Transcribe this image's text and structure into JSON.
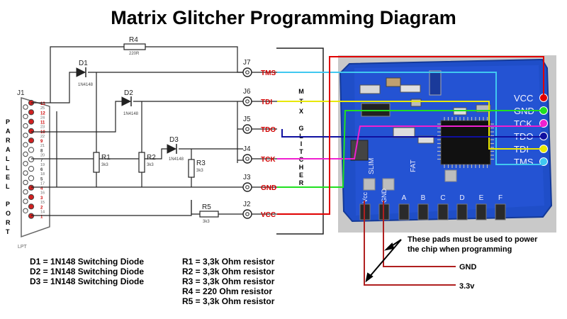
{
  "title": "Matrix Glitcher Programming Diagram",
  "connector": {
    "name": "J1",
    "vertical_label": "PARALLEL PORT",
    "bottom_label": "LPT",
    "pins_left": [
      "13",
      "12",
      "11",
      "10",
      "9",
      "8",
      "7",
      "6",
      "5",
      "4",
      "3",
      "2",
      "1"
    ],
    "pins_right": [
      "25",
      "24",
      "23",
      "22",
      "21",
      "20",
      "19",
      "18",
      "17",
      "16",
      "15",
      "14"
    ]
  },
  "diodes": [
    {
      "name": "D1",
      "part": "1N4148"
    },
    {
      "name": "D2",
      "part": "1N4148"
    },
    {
      "name": "D3",
      "part": "1N4148"
    }
  ],
  "resistors": [
    {
      "name": "R1",
      "value": "3k3"
    },
    {
      "name": "R2",
      "value": "3k3"
    },
    {
      "name": "R3",
      "value": "3k3"
    },
    {
      "name": "R4",
      "value": "220R"
    },
    {
      "name": "R5",
      "value": "3k3"
    }
  ],
  "jacks": [
    {
      "name": "J7",
      "signal": "TMS",
      "color": "#40c8f0"
    },
    {
      "name": "J6",
      "signal": "TDI",
      "color": "#e8e800"
    },
    {
      "name": "J5",
      "signal": "TDO",
      "color": "#1010a0"
    },
    {
      "name": "J4",
      "signal": "TCK",
      "color": "#f020d0"
    },
    {
      "name": "J3",
      "signal": "GND",
      "color": "#20e020"
    },
    {
      "name": "J2",
      "signal": "VCC",
      "color": "#e00000"
    }
  ],
  "box_label": "MTX GLITCHER",
  "board": {
    "pins": [
      {
        "label": "VCC",
        "color": "#e00000"
      },
      {
        "label": "GND",
        "color": "#20e020"
      },
      {
        "label": "TCK",
        "color": "#f020d0"
      },
      {
        "label": "TDO",
        "color": "#1010a0"
      },
      {
        "label": "TDI",
        "color": "#e8e800"
      },
      {
        "label": "TMS",
        "color": "#40c8f0"
      }
    ],
    "pad_labels": [
      "Vcc",
      "GND",
      "A",
      "B",
      "C",
      "D",
      "E",
      "F"
    ],
    "silk": [
      "SLIM",
      "FAT"
    ]
  },
  "note": [
    "These pads must be used to power",
    "the chip when programming"
  ],
  "power_labels": {
    "gnd": "GND",
    "v33": "3.3v"
  },
  "legend_diodes": [
    "D1 = 1N148 Switching Diode",
    "D2 = 1N148 Switching Diode",
    "D3 = 1N148 Switching Diode"
  ],
  "legend_resistors": [
    "R1 = 3,3k Ohm resistor",
    "R2 = 3,3k Ohm resistor",
    "R3 = 3,3k Ohm resistor",
    "R4 = 220 Ohm resistor",
    "R5 = 3,3k Ohm resistor"
  ]
}
